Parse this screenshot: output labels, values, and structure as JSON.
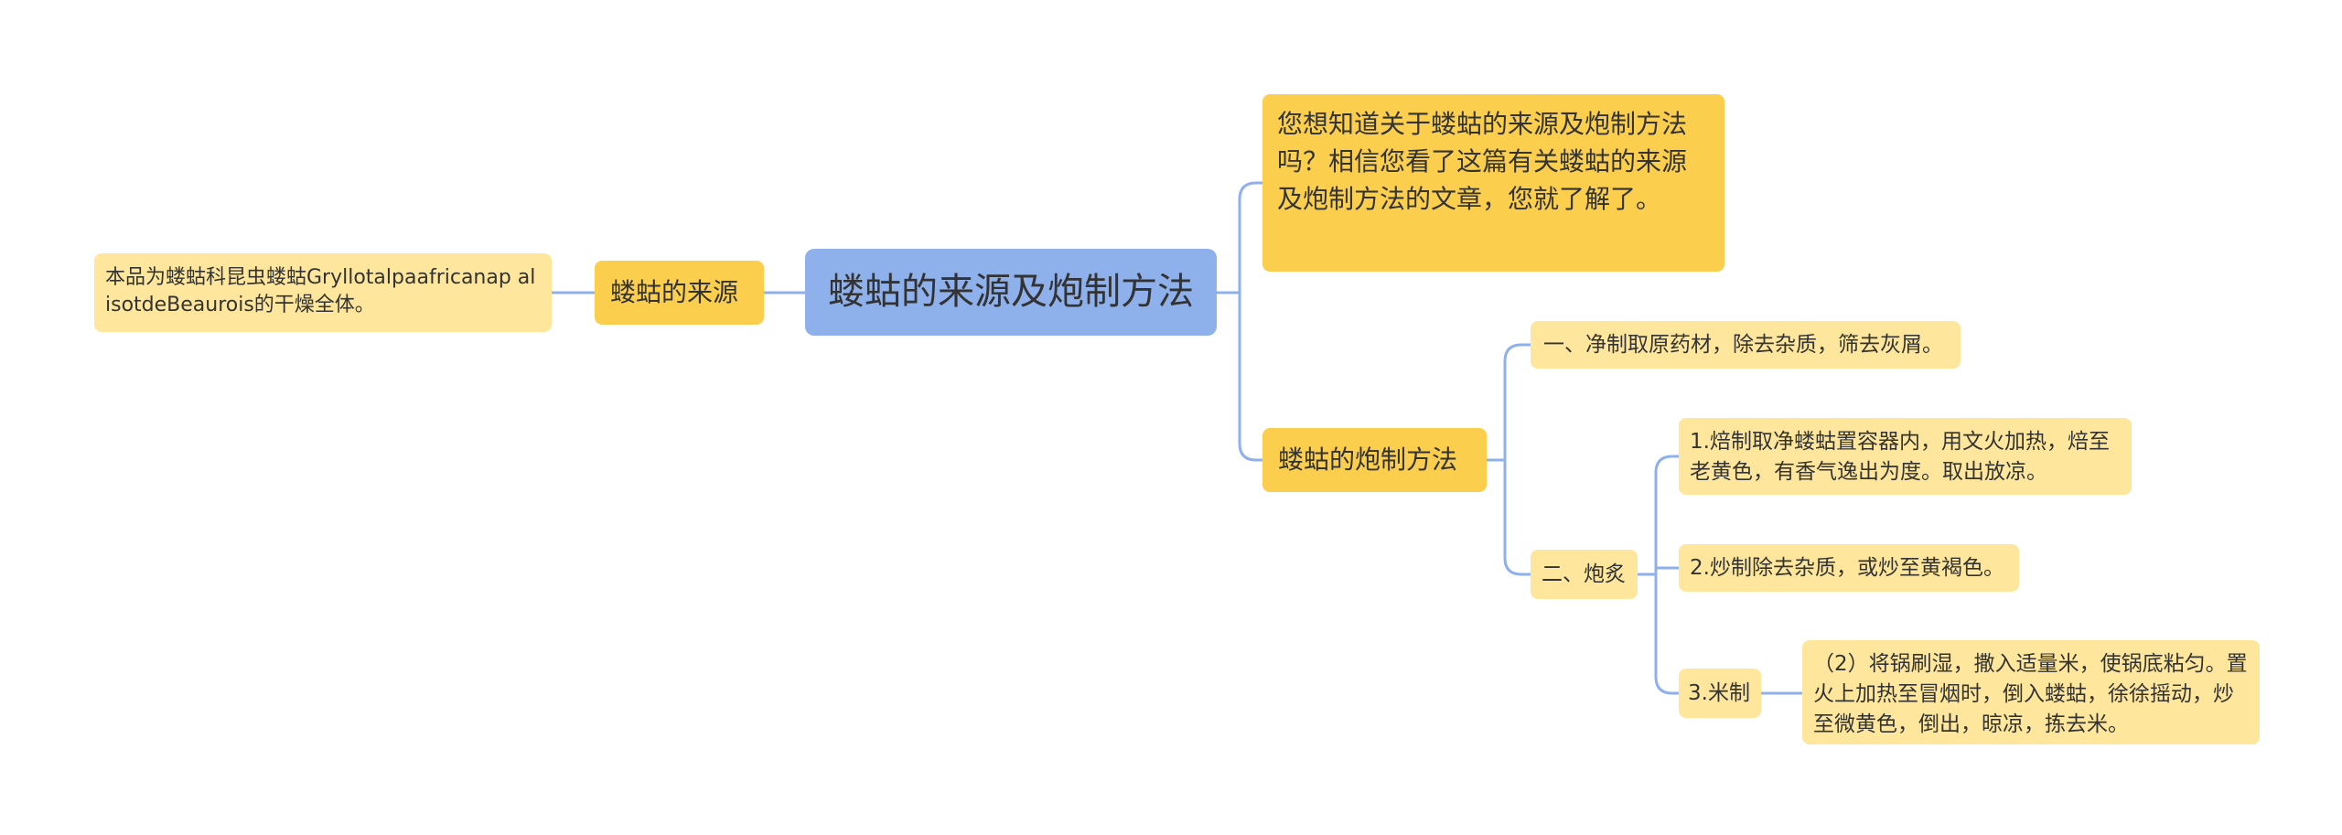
{
  "root": {
    "label": "蝼蛄的来源及炮制方法"
  },
  "source": {
    "label": "蝼蛄的来源",
    "detail": "本品为蝼蛄科昆虫蝼蛄Gryllotalpaafricanap alisotdeBeaurois的干燥全体。"
  },
  "intro": {
    "text": "您想知道关于蝼蛄的来源及炮制方法吗？相信您看了这篇有关蝼蛄的来源及炮制方法的文章，您就了解了。"
  },
  "processing": {
    "label": "蝼蛄的炮制方法",
    "clean": "一、净制取原药材，除去杂质，筛去灰屑。",
    "roast": {
      "label": "二、炮炙",
      "items": [
        {
          "label": "1.焙制取净蝼蛄置容器内，用文火加热，焙至老黄色，有香气逸出为度。取出放凉。"
        },
        {
          "label": "2.炒制除去杂质，或炒至黄褐色。"
        },
        {
          "label": "3.米制",
          "detail": "（2）将锅刷湿，撒入适量米，使锅底粘匀。置火上加热至冒烟时，倒入蝼蛄，徐徐摇动，炒至微黄色，倒出，晾凉，拣去米。"
        }
      ]
    }
  },
  "colors": {
    "root": "#8fb1eb",
    "level1": "#fbcf4d",
    "level2": "#fee79c",
    "connector": "#8fb1eb"
  }
}
